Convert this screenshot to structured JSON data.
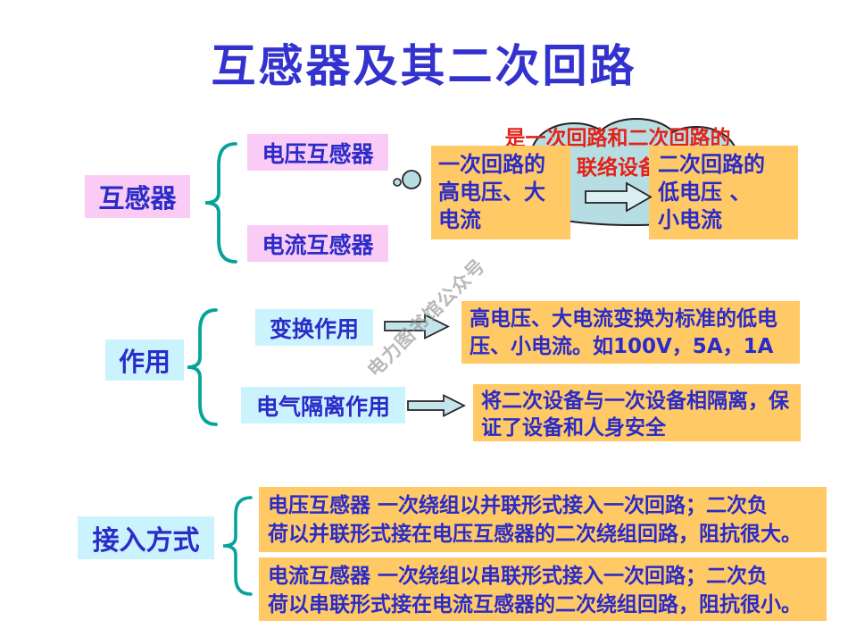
{
  "title": "互感器及其二次回路",
  "watermark": "电力图书馆公众号",
  "colors": {
    "title-blue": "#3432CE",
    "text-blue": "#2B2BC8",
    "red": "#E32218",
    "pink": "#FACBF5",
    "cyan": "#CBF3FE",
    "orange": "#FFC966",
    "cloud": "#B6DDE2",
    "teal": "#07A39B",
    "arrow-fill": "#C2E4EA",
    "cloud-arrow-fill": "#DCEFF2"
  },
  "transformer_section": {
    "label": "互感器",
    "voltage_branch": "电压互感器",
    "current_branch": "电流互感器"
  },
  "cloud_note": {
    "lines": [
      "是一次回路和二次回路的",
      "联络设备"
    ]
  },
  "primary_box": {
    "lines": [
      "一次回路的",
      "高电压、大",
      "电流"
    ]
  },
  "secondary_box": {
    "lines": [
      "二次回路的",
      "低电压 、",
      "小电流"
    ]
  },
  "function_section": {
    "label": "作用",
    "transform_branch": "变换作用",
    "isolation_branch": "电气隔离作用",
    "transform_result": {
      "lines": [
        "高电压、大电流变换为标准的低电",
        "压、小电流。如100V，5A，1A"
      ]
    },
    "isolation_result": {
      "lines": [
        "将二次设备与一次设备相隔离，保",
        "证了设备和人身安全"
      ]
    }
  },
  "connection_section": {
    "label": "接入方式",
    "voltage_rule": {
      "lines": [
        "电压互感器 一次绕组以并联形式接入一次回路；二次负",
        "荷以并联形式接在电压互感器的二次绕组回路，阻抗很大。"
      ]
    },
    "current_rule": {
      "lines": [
        "电流互感器 一次绕组以串联形式接入一次回路；二次负",
        "荷以串联形式接在电流互感器的二次绕组回路，阻抗很小。"
      ]
    }
  }
}
